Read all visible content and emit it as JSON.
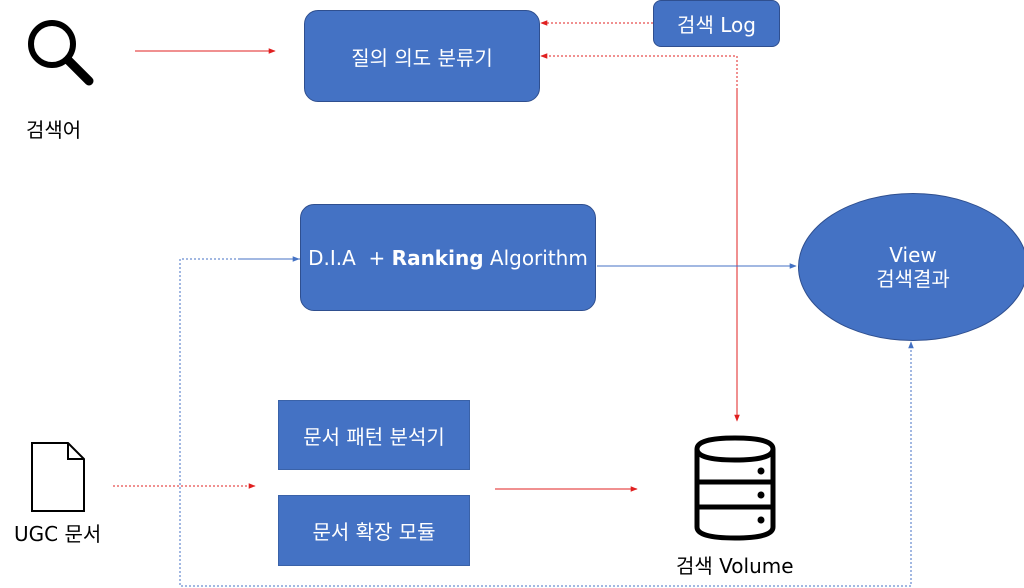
{
  "nodes": {
    "intent_classifier": "질의 의도 분류기",
    "search_log": "검색 Log",
    "dia_prefix": "D.I.A  + ",
    "dia_bold": "Ranking",
    "dia_suffix": " Algorithm",
    "view_line1": "View",
    "view_line2": "검색결과",
    "doc_pattern": "문서 패턴 분석기",
    "doc_expand": "문서 확장 모듈",
    "search_volume": "검색 Volume"
  },
  "inputs": {
    "query_label": "검색어",
    "ugc_label": "UGC 문서"
  },
  "colors": {
    "box_fill": "#4472C4",
    "red_arrow": "#E02020",
    "blue_arrow": "#4472C4"
  }
}
